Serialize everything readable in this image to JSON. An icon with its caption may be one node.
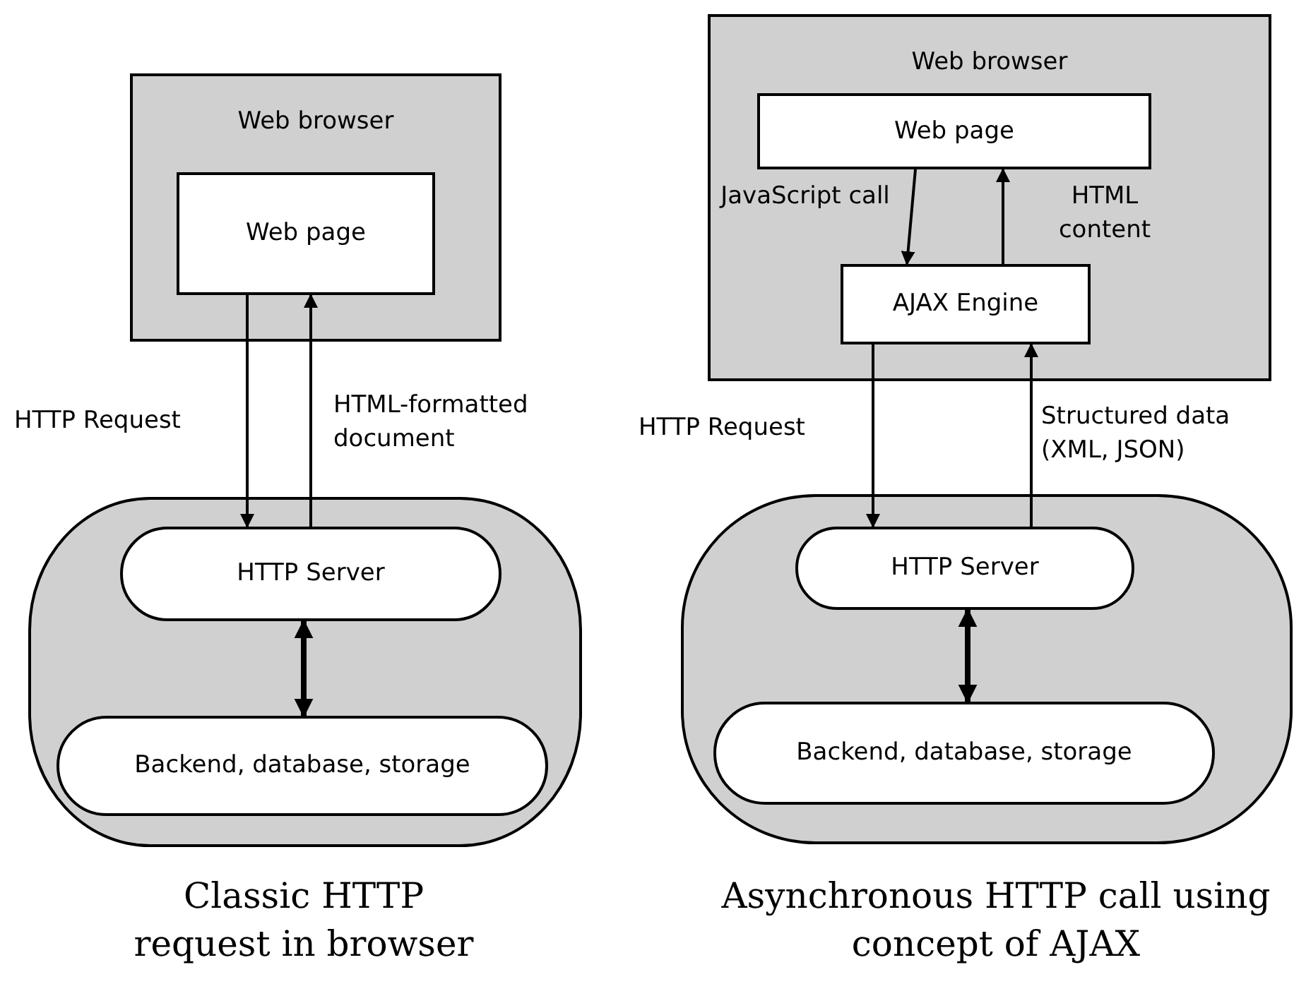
{
  "diagram": {
    "nodes": [
      {
        "text": [
          "Web browser"
        ]
      },
      {
        "text": [
          "Web page"
        ],
        "in": 0
      },
      {
        "text": [],
        "shape": "box"
      },
      {
        "text": [
          "HTTP Server"
        ],
        "in": 2
      },
      {
        "text": [
          "Backend, database, storage"
        ],
        "in": 2
      },
      {
        "text": [
          "Web browser"
        ]
      },
      {
        "text": [
          "Web page"
        ],
        "in": 5
      },
      {
        "text": [
          "AJAX Engine"
        ],
        "in": 5
      },
      {
        "text": [],
        "shape": "box"
      },
      {
        "text": [
          "HTTP Server"
        ],
        "in": 8
      },
      {
        "text": [
          "Backend, database, storage"
        ],
        "in": 8
      }
    ],
    "edges": [
      {
        "from": 1,
        "to": 3,
        "arrow": "to",
        "label": "HTTP Request"
      },
      {
        "from": 3,
        "to": 1,
        "arrow": "to",
        "label": "HTML-formatted document"
      },
      {
        "from": 3,
        "to": 4,
        "arrow": "both",
        "style": "thick"
      },
      {
        "from": 6,
        "to": 7,
        "arrow": "to",
        "label": "JavaScript call"
      },
      {
        "from": 7,
        "to": 6,
        "arrow": "to",
        "label": "HTML content"
      },
      {
        "from": 7,
        "to": 9,
        "arrow": "to",
        "label": "HTTP Request"
      },
      {
        "from": 9,
        "to": 7,
        "arrow": "to",
        "label": "Structured data (XML, JSON)"
      },
      {
        "from": 9,
        "to": 10,
        "arrow": "both",
        "style": "thick"
      }
    ],
    "labels": [
      "Classic HTTP request in browser",
      "Asynchronous HTTP call using concept of AJAX"
    ]
  }
}
